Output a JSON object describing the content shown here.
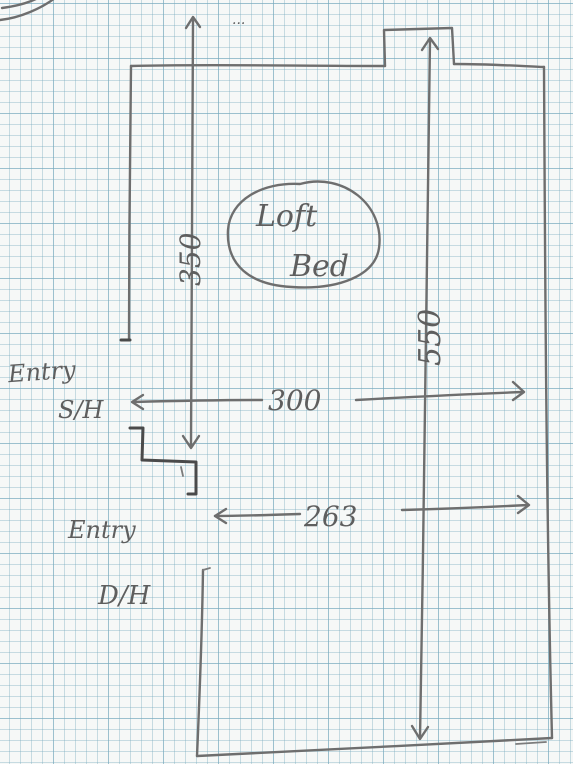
{
  "sketch": {
    "medium": "pencil on grid paper",
    "labels": {
      "loft_line1": "Loft",
      "loft_line2": "Bed",
      "dim_left_height": "350",
      "dim_right_height": "550",
      "dim_width_upper": "300",
      "dim_width_lower": "263",
      "entry_upper_line1": "Entry",
      "entry_upper_line2": "S/H",
      "entry_lower_line1": "Entry",
      "entry_lower_line2": "D/H",
      "top_mark": "..."
    }
  }
}
